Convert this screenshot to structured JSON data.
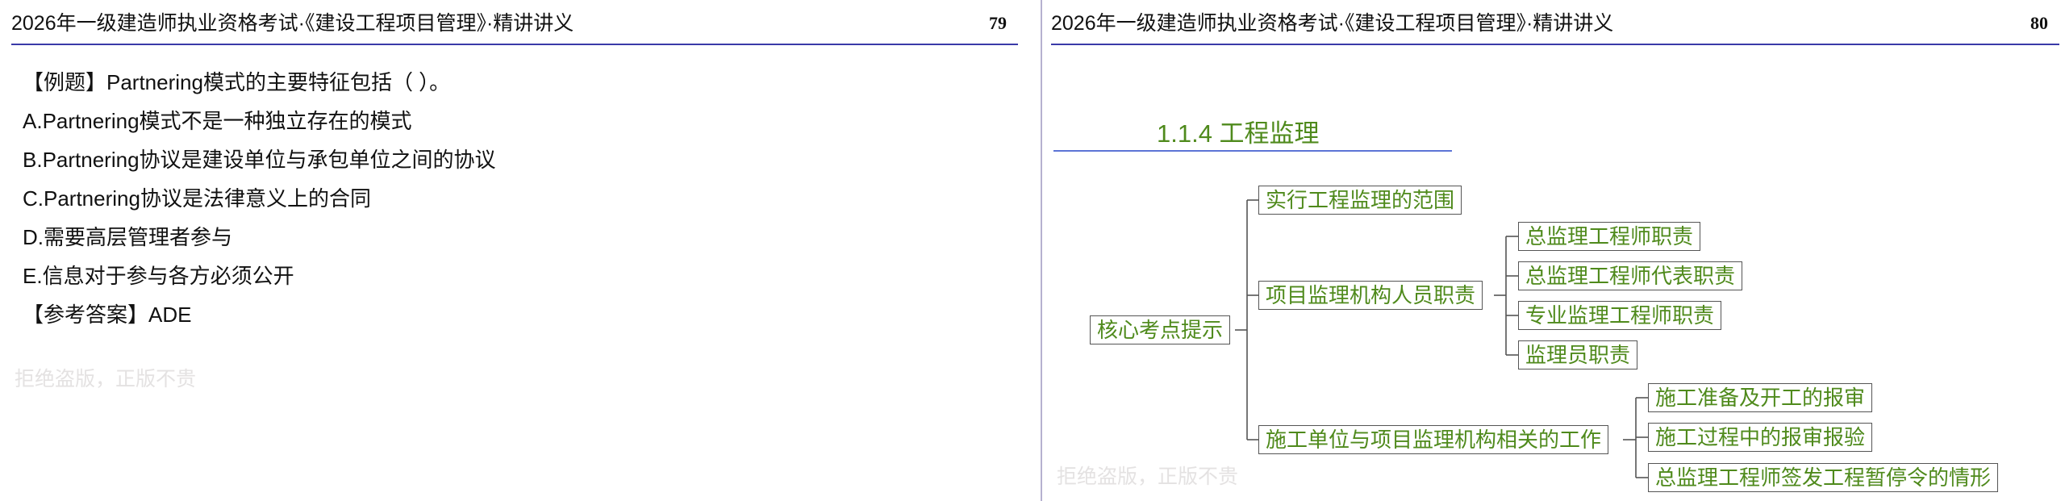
{
  "left_page": {
    "header_title": "2026年一级建造师执业资格考试·《建设工程项目管理》·精讲讲义",
    "page_number": "79",
    "question": {
      "stem": "【例题】Partnering模式的主要特征包括（ ）。",
      "options": [
        "A.Partnering模式不是一种独立存在的模式",
        "B.Partnering协议是建设单位与承包单位之间的协议",
        "C.Partnering协议是法律意义上的合同",
        "D.需要高层管理者参与",
        "E.信息对于参与各方必须公开"
      ],
      "answer": "【参考答案】ADE"
    },
    "watermark": "拒绝盗版，正版不贵"
  },
  "right_page": {
    "header_title": "2026年一级建造师执业资格考试·《建设工程项目管理》·精讲讲义",
    "page_number": "80",
    "section_title": "1.1.4 工程监理",
    "mindmap": {
      "root": "核心考点提示",
      "branches": [
        {
          "label": "实行工程监理的范围",
          "children": []
        },
        {
          "label": "项目监理机构人员职责",
          "children": [
            "总监理工程师职责",
            "总监理工程师代表职责",
            "专业监理工程师职责",
            "监理员职责"
          ]
        },
        {
          "label": "施工单位与项目监理机构相关的工作",
          "children": [
            "施工准备及开工的报审",
            "施工过程中的报审报验",
            "总监理工程师签发工程暂停令的情形"
          ]
        }
      ]
    },
    "watermark": "拒绝盗版，正版不贵"
  },
  "colors": {
    "header_rule": "#3a3aa8",
    "section_rule": "#5c74d6",
    "mindmap_text": "#4f8a1c",
    "page_border": "#b6b1cf",
    "watermark": "#e4e2e2"
  }
}
